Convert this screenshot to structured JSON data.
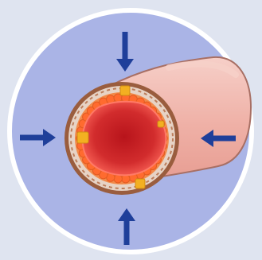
{
  "diagram": {
    "subject": "blood-vessel-cross-section",
    "colors": {
      "page_background": "#dfe4f0",
      "circle_background": "#aab4e6",
      "circle_border": "#ffffff",
      "vessel_outer": "#efb0a6",
      "vessel_highlight": "#f6d0c8",
      "vessel_outline": "#a86f64",
      "cut_ring_dark": "#9a5d3e",
      "cut_ring_light": "#e7d3c5",
      "cut_ring_stripe": "#b7734f",
      "muscle_layer": "#f28a4b",
      "muscle_beads": "#ff6b2f",
      "lumen_outer": "#e24a4a",
      "lumen_inner": "#c91d22",
      "plaque_spots": "#f3b021",
      "arrow": "#1f3f9a"
    },
    "arrows": [
      {
        "name": "top",
        "direction": "down"
      },
      {
        "name": "bottom",
        "direction": "up"
      },
      {
        "name": "left",
        "direction": "right"
      },
      {
        "name": "right",
        "direction": "left"
      }
    ],
    "plaque_spot_count": 4
  }
}
